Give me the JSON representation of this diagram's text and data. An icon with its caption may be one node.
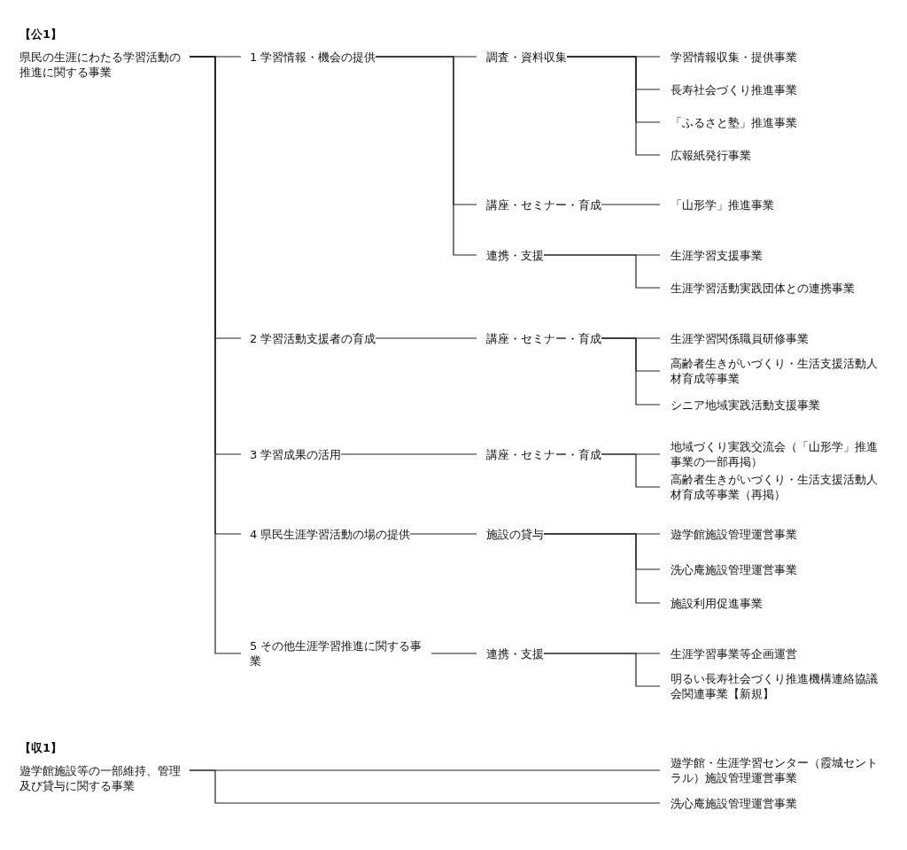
{
  "diagram": {
    "nodes": [
      {
        "text": [
          "県民の生涯にわたる学習活動の推進に関する事業"
        ]
      },
      {
        "text": [
          "1 学習情報・機会の提供"
        ]
      },
      {
        "text": [
          "調査・資料収集"
        ]
      },
      {
        "text": [
          "学習情報収集・提供事業"
        ]
      },
      {
        "text": [
          "長寿社会づくり推進事業"
        ]
      },
      {
        "text": [
          "「ふるさと塾」推進事業"
        ]
      },
      {
        "text": [
          "広報紙発行事業"
        ]
      },
      {
        "text": [
          "講座・セミナー・育成"
        ]
      },
      {
        "text": [
          "「山形学」推進事業"
        ]
      },
      {
        "text": [
          "連携・支援"
        ]
      },
      {
        "text": [
          "生涯学習支援事業"
        ]
      },
      {
        "text": [
          "生涯学習活動実践団体との連携事業"
        ]
      },
      {
        "text": [
          "2 学習活動支援者の育成"
        ]
      },
      {
        "text": [
          "講座・セミナー・育成"
        ]
      },
      {
        "text": [
          "生涯学習関係職員研修事業"
        ]
      },
      {
        "text": [
          "高齢者生きがいづくり・生活支援活動人材育成等事業"
        ]
      },
      {
        "text": [
          "シニア地域実践活動支援事業"
        ]
      },
      {
        "text": [
          "3 学習成果の活用"
        ]
      },
      {
        "text": [
          "講座・セミナー・育成"
        ]
      },
      {
        "text": [
          "地域づくり実践交流会（「山形学」推進事業の一部再掲）"
        ]
      },
      {
        "text": [
          "高齢者生きがいづくり・生活支援活動人材育成等事業（再掲）"
        ]
      },
      {
        "text": [
          "4 県民生涯学習活動の場の提供"
        ]
      },
      {
        "text": [
          "施設の貸与"
        ]
      },
      {
        "text": [
          "遊学館施設管理運営事業"
        ]
      },
      {
        "text": [
          "洗心庵施設管理運営事業"
        ]
      },
      {
        "text": [
          "施設利用促進事業"
        ]
      },
      {
        "text": [
          "5 その他生涯学習推進に関する事業"
        ]
      },
      {
        "text": [
          "連携・支援"
        ]
      },
      {
        "text": [
          "生涯学習事業等企画運営"
        ]
      },
      {
        "text": [
          "明るい長寿社会づくり推進機構連絡協議会関連事業【新規】"
        ]
      },
      {
        "text": [
          "遊学館施設等の一部維持、管理及び貸与に関する事業"
        ]
      },
      {
        "text": [
          "遊学館・生涯学習センター（霞城セントラル）施設管理運営事業"
        ]
      },
      {
        "text": [
          "洗心庵施設管理運営事業"
        ]
      }
    ],
    "edges": [
      {
        "from": 0,
        "to": 1,
        "arrow": "none"
      },
      {
        "from": 0,
        "to": 12,
        "arrow": "none"
      },
      {
        "from": 0,
        "to": 17,
        "arrow": "none"
      },
      {
        "from": 0,
        "to": 21,
        "arrow": "none"
      },
      {
        "from": 0,
        "to": 26,
        "arrow": "none"
      },
      {
        "from": 1,
        "to": 2,
        "arrow": "none"
      },
      {
        "from": 1,
        "to": 7,
        "arrow": "none"
      },
      {
        "from": 1,
        "to": 9,
        "arrow": "none"
      },
      {
        "from": 2,
        "to": 3,
        "arrow": "none"
      },
      {
        "from": 2,
        "to": 4,
        "arrow": "none"
      },
      {
        "from": 2,
        "to": 5,
        "arrow": "none"
      },
      {
        "from": 2,
        "to": 6,
        "arrow": "none"
      },
      {
        "from": 7,
        "to": 8,
        "arrow": "none"
      },
      {
        "from": 9,
        "to": 10,
        "arrow": "none"
      },
      {
        "from": 9,
        "to": 11,
        "arrow": "none"
      },
      {
        "from": 12,
        "to": 13,
        "arrow": "none"
      },
      {
        "from": 13,
        "to": 14,
        "arrow": "none"
      },
      {
        "from": 13,
        "to": 15,
        "arrow": "none"
      },
      {
        "from": 13,
        "to": 16,
        "arrow": "none"
      },
      {
        "from": 17,
        "to": 18,
        "arrow": "none"
      },
      {
        "from": 18,
        "to": 19,
        "arrow": "none"
      },
      {
        "from": 18,
        "to": 20,
        "arrow": "none"
      },
      {
        "from": 21,
        "to": 22,
        "arrow": "none"
      },
      {
        "from": 22,
        "to": 23,
        "arrow": "none"
      },
      {
        "from": 22,
        "to": 24,
        "arrow": "none"
      },
      {
        "from": 22,
        "to": 25,
        "arrow": "none"
      },
      {
        "from": 26,
        "to": 27,
        "arrow": "none"
      },
      {
        "from": 27,
        "to": 28,
        "arrow": "none"
      },
      {
        "from": 27,
        "to": 29,
        "arrow": "none"
      },
      {
        "from": 30,
        "to": 31,
        "arrow": "none"
      },
      {
        "from": 30,
        "to": 32,
        "arrow": "none"
      }
    ],
    "labels": [
      "【公1】",
      "【収1】"
    ]
  }
}
